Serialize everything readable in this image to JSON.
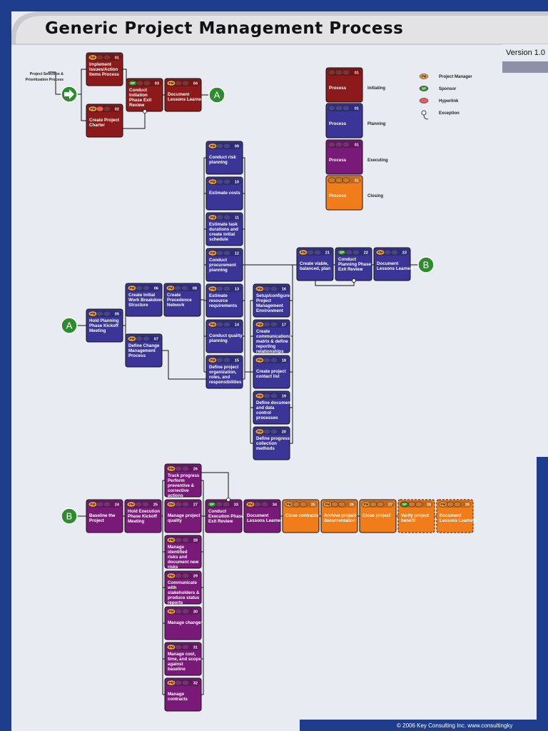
{
  "title": "Generic Project Management Process",
  "version": "Version 1.0",
  "copyright": "© 2006 Key Consulting Inc.  www.consultingky",
  "external_input": "Project Selection & Prioritization Process",
  "colors": {
    "initiating": "#8c1a1a",
    "planning": "#3a3596",
    "executing": "#7a1a78",
    "closing": "#f07d1a",
    "pm_chip": "#f0a040",
    "sp_chip": "#2e8b2e",
    "hyperlink_chip": "#e85a5a",
    "connector": "#2e8b2e",
    "frame": "#1e3d8c"
  },
  "legend": {
    "phases": [
      {
        "label": "Process",
        "num": "01",
        "name": "Initiating",
        "phase": "initiating"
      },
      {
        "label": "Process",
        "num": "01",
        "name": "Planning",
        "phase": "planning"
      },
      {
        "label": "Process",
        "num": "01",
        "name": "Executing",
        "phase": "executing"
      },
      {
        "label": "Process",
        "num": "01",
        "name": "Closing",
        "phase": "closing"
      }
    ],
    "symbols": [
      {
        "chip": "PM",
        "label": "Project Manager",
        "kind": "pm"
      },
      {
        "chip": "SP",
        "label": "Sponsor",
        "kind": "sp"
      },
      {
        "chip": "",
        "label": "Hyperlink",
        "kind": "hyperlink"
      },
      {
        "chip": "",
        "label": "Exception",
        "kind": "exception"
      }
    ]
  },
  "connectors": [
    {
      "letter": "A",
      "id": "a-out"
    },
    {
      "letter": "A",
      "id": "a-in"
    },
    {
      "letter": "B",
      "id": "b-out"
    },
    {
      "letter": "B",
      "id": "b-in"
    }
  ],
  "nodes": [
    {
      "id": "n01",
      "num": "01",
      "role": "PM",
      "label": "Implement Issues/Action Items Process",
      "phase": "initiating"
    },
    {
      "id": "n02",
      "num": "02",
      "role": "PM",
      "label": "Create Project Charter",
      "phase": "initiating",
      "hyperlink": true
    },
    {
      "id": "n03",
      "num": "03",
      "role": "SP",
      "label": "Conduct Initiation Phase Exit Review",
      "phase": "initiating"
    },
    {
      "id": "n04",
      "num": "04",
      "role": "PM",
      "label": "Document Lessons Learned",
      "phase": "initiating"
    },
    {
      "id": "n05",
      "num": "05",
      "role": "PM",
      "label": "Hold Planning Phase Kickoff Meeting",
      "phase": "planning"
    },
    {
      "id": "n06",
      "num": "06",
      "role": "PM",
      "label": "Create Initial Work Breakdown Structure",
      "phase": "planning"
    },
    {
      "id": "n07",
      "num": "07",
      "role": "PM",
      "label": "Define Change Management Process",
      "phase": "planning"
    },
    {
      "id": "n08",
      "num": "08",
      "role": "PM",
      "label": "Create Precedence Network",
      "phase": "planning"
    },
    {
      "id": "n09",
      "num": "09",
      "role": "PM",
      "label": "Conduct risk planning",
      "phase": "planning"
    },
    {
      "id": "n10",
      "num": "10",
      "role": "PM",
      "label": "Estimate costs",
      "phase": "planning"
    },
    {
      "id": "n11",
      "num": "11",
      "role": "PM",
      "label": "Estimate task durations and create initial schedule",
      "phase": "planning"
    },
    {
      "id": "n12",
      "num": "12",
      "role": "PM",
      "label": "Conduct procurement planning",
      "phase": "planning"
    },
    {
      "id": "n13",
      "num": "13",
      "role": "PM",
      "label": "Estimate resource requirements",
      "phase": "planning"
    },
    {
      "id": "n14",
      "num": "14",
      "role": "PM",
      "label": "Conduct quality planning",
      "phase": "planning"
    },
    {
      "id": "n15",
      "num": "15",
      "role": "PM",
      "label": "Define project organization, roles, and responsibilities",
      "phase": "planning"
    },
    {
      "id": "n16",
      "num": "16",
      "role": "PM",
      "label": "Setup/configure Project Management Environment",
      "phase": "planning"
    },
    {
      "id": "n17",
      "num": "17",
      "role": "PM",
      "label": "Create communications matrix & define reporting relationships",
      "phase": "planning"
    },
    {
      "id": "n18",
      "num": "18",
      "role": "PM",
      "label": "Create project contact list",
      "phase": "planning"
    },
    {
      "id": "n19",
      "num": "19",
      "role": "PM",
      "label": "Define document and data control processes",
      "phase": "planning"
    },
    {
      "id": "n20",
      "num": "20",
      "role": "PM",
      "label": "Define progress collection methods",
      "phase": "planning"
    },
    {
      "id": "n21",
      "num": "21",
      "role": "PM",
      "label": "Create viable, balanced, plan",
      "phase": "planning"
    },
    {
      "id": "n22",
      "num": "22",
      "role": "SP",
      "label": "Conduct Planning Phase Exit Review",
      "phase": "planning"
    },
    {
      "id": "n23",
      "num": "23",
      "role": "PM",
      "label": "Document Lessons Learned",
      "phase": "planning"
    },
    {
      "id": "n24",
      "num": "24",
      "role": "PM",
      "label": "Baseline the Project",
      "phase": "executing"
    },
    {
      "id": "n25",
      "num": "25",
      "role": "PM",
      "label": "Hold Execution Phase Kickoff Meeting",
      "phase": "executing"
    },
    {
      "id": "n26",
      "num": "26",
      "role": "PM",
      "label": "Track progress Perform preventive & corrective actions",
      "phase": "executing"
    },
    {
      "id": "n27",
      "num": "27",
      "role": "PM",
      "label": "Manage project quality",
      "phase": "executing"
    },
    {
      "id": "n28",
      "num": "28",
      "role": "PM",
      "label": "Manage identified risks and document new risks",
      "phase": "executing"
    },
    {
      "id": "n29",
      "num": "29",
      "role": "PM",
      "label": "Communicate with stakeholders & produce status reports",
      "phase": "executing"
    },
    {
      "id": "n30",
      "num": "30",
      "role": "PM",
      "label": "Manage changes",
      "phase": "executing"
    },
    {
      "id": "n31",
      "num": "31",
      "role": "PM",
      "label": "Manage cost, time, and scope against baseline",
      "phase": "executing"
    },
    {
      "id": "n32",
      "num": "32",
      "role": "PM",
      "label": "Manage contracts",
      "phase": "executing"
    },
    {
      "id": "n33",
      "num": "33",
      "role": "SP",
      "label": "Conduct Execution Phase Exit Review",
      "phase": "executing"
    },
    {
      "id": "n34",
      "num": "34",
      "role": "PM",
      "label": "Document Lessons Learned",
      "phase": "executing"
    },
    {
      "id": "n35",
      "num": "35",
      "role": "PM",
      "label": "Close contracts",
      "phase": "closing"
    },
    {
      "id": "n36",
      "num": "36",
      "role": "PM",
      "label": "Archive project documentation",
      "phase": "closing"
    },
    {
      "id": "n37",
      "num": "37",
      "role": "PM",
      "label": "Close project",
      "phase": "closing"
    },
    {
      "id": "n38",
      "num": "38",
      "role": "SP",
      "label": "Verify project benefit",
      "phase": "closing",
      "dashed": true
    },
    {
      "id": "n39",
      "num": "39",
      "role": "PM",
      "label": "Document Lessons Learned",
      "phase": "closing",
      "dashed": true
    }
  ]
}
